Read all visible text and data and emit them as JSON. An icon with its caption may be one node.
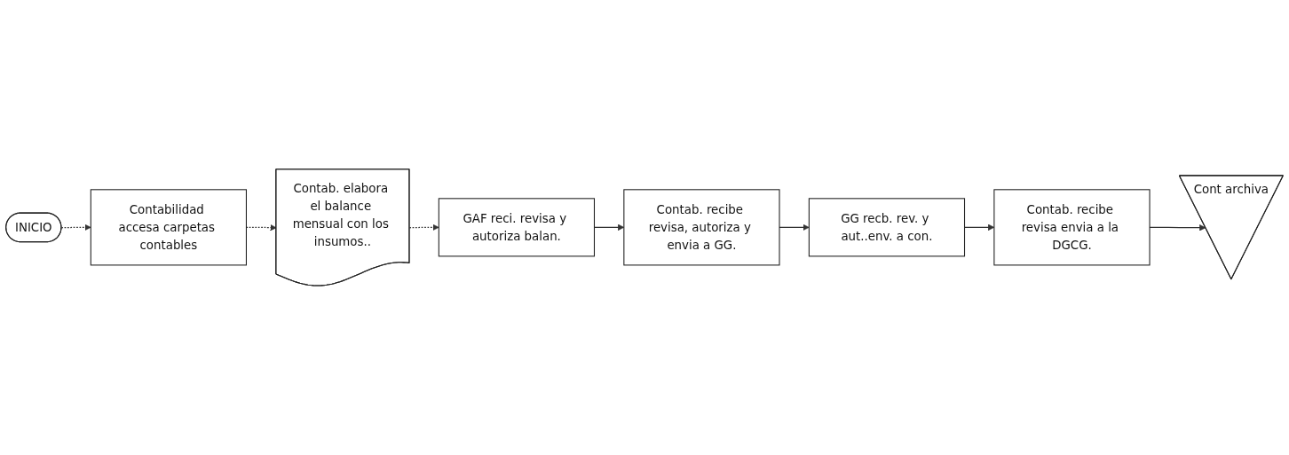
{
  "diagram": {
    "nodes": [
      {
        "text": [
          "INICIO"
        ]
      },
      {
        "text": [
          "Contabilidad accesa carpetas contables"
        ]
      },
      {
        "text": [
          "Contab. elabora el balance mensual con los insumos.."
        ]
      },
      {
        "text": [
          "GAF reci. revisa y autoriza balan."
        ]
      },
      {
        "text": [
          "Contab. recibe revisa, autoriza y envia a GG."
        ]
      },
      {
        "text": [
          "GG recb. rev. y aut..env. a con."
        ]
      },
      {
        "text": [
          "Contab. recibe revisa envia a la DGCG."
        ]
      },
      {
        "text": [
          "Cont archiva"
        ]
      }
    ],
    "edges": [
      {
        "from": 0,
        "to": 1,
        "arrow": "to",
        "style": "dashed"
      },
      {
        "from": 1,
        "to": 2,
        "arrow": "to",
        "style": "dashed"
      },
      {
        "from": 2,
        "to": 3,
        "arrow": "to",
        "style": "dashed"
      },
      {
        "from": 3,
        "to": 4,
        "arrow": "to"
      },
      {
        "from": 4,
        "to": 5,
        "arrow": "to"
      },
      {
        "from": 5,
        "to": 6,
        "arrow": "to"
      },
      {
        "from": 6,
        "to": 7,
        "arrow": "to"
      }
    ]
  }
}
